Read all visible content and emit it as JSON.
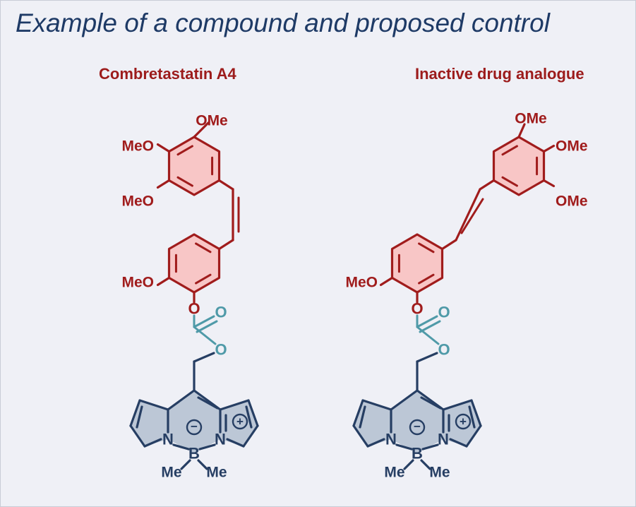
{
  "title": "Example of a compound and proposed control",
  "colors": {
    "drug": "#a01c1c",
    "drug_ring_fill": "#f8c6c6",
    "linker": "#4f9aa8",
    "bodipy": "#263e63",
    "bodipy_fill": "#bcc7d6",
    "title": "#1e3a66",
    "background": "#eff0f6"
  },
  "structures": [
    {
      "name": "Combretastatin A4",
      "labels": {
        "ome_top": "OMe",
        "meo_upper": "MeO",
        "meo_middle": "MeO",
        "meo_lower": "MeO",
        "o_ester": "O",
        "o_carbonyl": "O",
        "o_link": "O",
        "n_left": "N",
        "n_right": "N",
        "boron": "B",
        "me_left": "Me",
        "me_right": "Me",
        "minus": "−",
        "plus": "+"
      }
    },
    {
      "name": "Inactive drug analogue",
      "labels": {
        "ome_top": "OMe",
        "ome_mid": "OMe",
        "ome_low": "OMe",
        "meo_lower": "MeO",
        "o_ester": "O",
        "o_carbonyl": "O",
        "o_link": "O",
        "n_left": "N",
        "n_right": "N",
        "boron": "B",
        "me_left": "Me",
        "me_right": "Me",
        "minus": "−",
        "plus": "+"
      }
    }
  ]
}
